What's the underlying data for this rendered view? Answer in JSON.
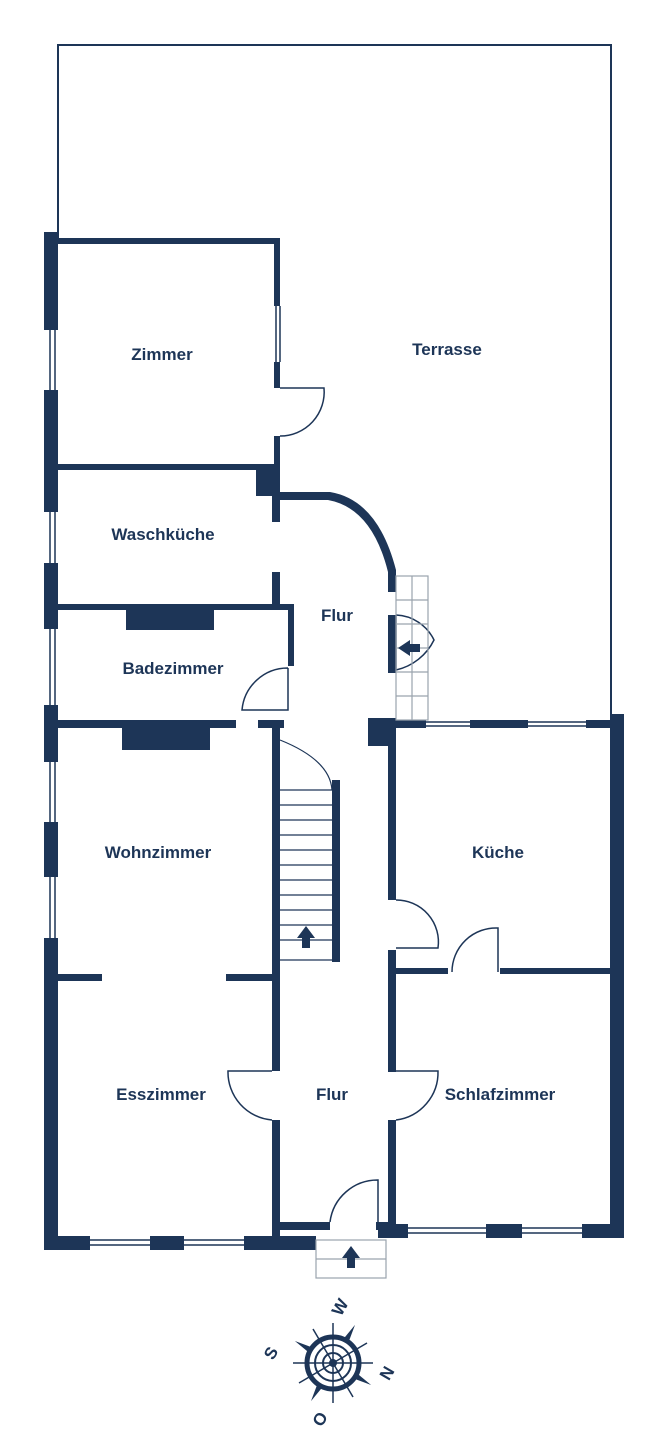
{
  "colors": {
    "wall": "#1d3557",
    "line": "#1d3557",
    "background": "#ffffff",
    "stair_line": "#9aa3ad"
  },
  "rooms": {
    "zimmer": "Zimmer",
    "terrasse": "Terrasse",
    "waschkueche": "Waschküche",
    "flur_upper": "Flur",
    "badezimmer": "Badezimmer",
    "wohnzimmer": "Wohnzimmer",
    "kueche": "Küche",
    "esszimmer": "Esszimmer",
    "flur_lower": "Flur",
    "schlafzimmer": "Schlafzimmer"
  },
  "compass": {
    "north": "N",
    "south": "S",
    "east": "O",
    "west": "W"
  },
  "icons": {
    "stair_arrow": "arrow-up-icon",
    "entry_arrow": "arrow-up-icon",
    "terrace_arrow": "arrow-left-icon",
    "compass": "compass-rose-icon"
  }
}
